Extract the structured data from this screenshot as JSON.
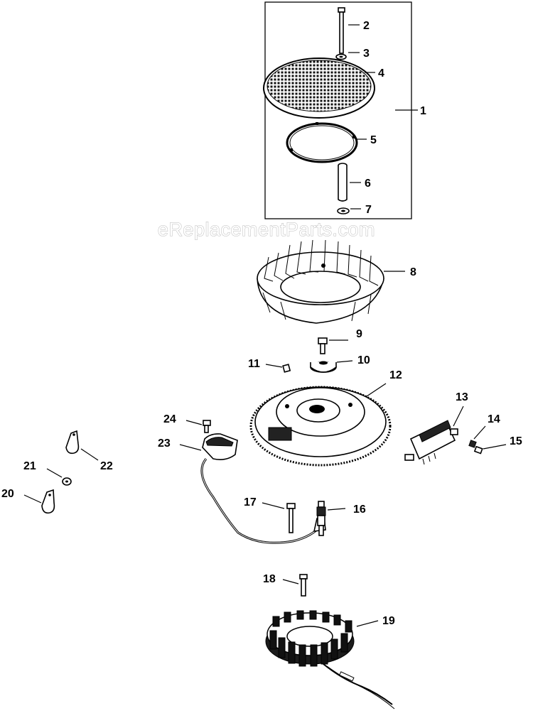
{
  "watermark": "eReplacementParts.com",
  "labels": {
    "p1": "1",
    "p2": "2",
    "p3": "3",
    "p4": "4",
    "p5": "5",
    "p6": "6",
    "p7": "7",
    "p8": "8",
    "p9": "9",
    "p10": "10",
    "p11": "11",
    "p12": "12",
    "p13": "13",
    "p14": "14",
    "p15": "15",
    "p16": "16",
    "p17": "17",
    "p18": "18",
    "p19": "19",
    "p20": "20",
    "p21": "21",
    "p22": "22",
    "p23": "23",
    "p24": "24"
  }
}
